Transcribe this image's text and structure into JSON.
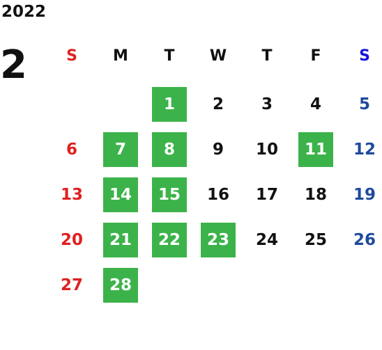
{
  "year": "2022",
  "month": "2",
  "colors": {
    "sunday": "#e02020",
    "saturday_weekday": "#1515d8",
    "saturday_date": "#1e4a9c",
    "highlight": "#3cb34a",
    "text": "#111111"
  },
  "weekdays": [
    "S",
    "M",
    "T",
    "W",
    "T",
    "F",
    "S"
  ],
  "weeks": [
    [
      {
        "d": ""
      },
      {
        "d": ""
      },
      {
        "d": "1",
        "hl": true
      },
      {
        "d": "2"
      },
      {
        "d": "3"
      },
      {
        "d": "4"
      },
      {
        "d": "5"
      }
    ],
    [
      {
        "d": "6"
      },
      {
        "d": "7",
        "hl": true
      },
      {
        "d": "8",
        "hl": true
      },
      {
        "d": "9"
      },
      {
        "d": "10"
      },
      {
        "d": "11",
        "hl": true
      },
      {
        "d": "12"
      }
    ],
    [
      {
        "d": "13"
      },
      {
        "d": "14",
        "hl": true
      },
      {
        "d": "15",
        "hl": true
      },
      {
        "d": "16"
      },
      {
        "d": "17"
      },
      {
        "d": "18"
      },
      {
        "d": "19"
      }
    ],
    [
      {
        "d": "20"
      },
      {
        "d": "21",
        "hl": true
      },
      {
        "d": "22",
        "hl": true
      },
      {
        "d": "23",
        "hl": true
      },
      {
        "d": "24"
      },
      {
        "d": "25"
      },
      {
        "d": "26"
      }
    ],
    [
      {
        "d": "27"
      },
      {
        "d": "28",
        "hl": true
      },
      {
        "d": ""
      },
      {
        "d": ""
      },
      {
        "d": ""
      },
      {
        "d": ""
      },
      {
        "d": ""
      }
    ]
  ]
}
